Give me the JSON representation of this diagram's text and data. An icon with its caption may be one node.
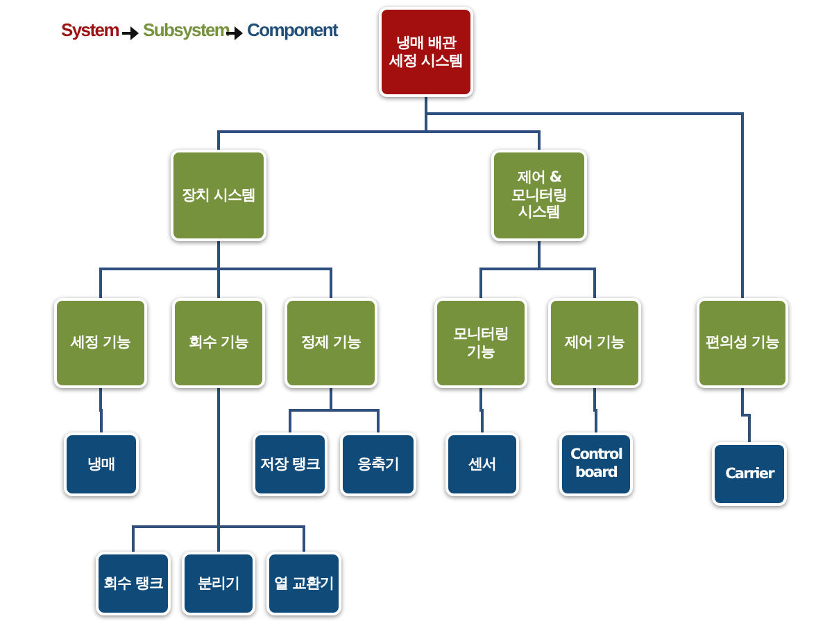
{
  "diagram": {
    "nodes": [
      {
        "text": [
          "냉매 배관 세정 시스템"
        ]
      },
      {
        "text": [
          "장치 시스템"
        ]
      },
      {
        "text": [
          "제어 & 모니터링 시스템"
        ]
      },
      {
        "text": [
          "세정 기능"
        ]
      },
      {
        "text": [
          "회수 기능"
        ]
      },
      {
        "text": [
          "정제 기능"
        ]
      },
      {
        "text": [
          "모니터링 기능"
        ]
      },
      {
        "text": [
          "제어 기능"
        ]
      },
      {
        "text": [
          "편의성 기능"
        ]
      },
      {
        "text": [
          "냉매"
        ]
      },
      {
        "text": [
          "저장 탱크"
        ]
      },
      {
        "text": [
          "응축기"
        ]
      },
      {
        "text": [
          "센서"
        ]
      },
      {
        "text": [
          "Control board"
        ]
      },
      {
        "text": [
          "Carrier"
        ]
      },
      {
        "text": [
          "회수 탱크"
        ]
      },
      {
        "text": [
          "분리기"
        ]
      },
      {
        "text": [
          "열 교환기"
        ]
      }
    ],
    "edges": [
      {
        "from": 0,
        "to": 1,
        "arrow": "none"
      },
      {
        "from": 0,
        "to": 2,
        "arrow": "none"
      },
      {
        "from": 0,
        "to": 8,
        "arrow": "none"
      },
      {
        "from": 1,
        "to": 3,
        "arrow": "none"
      },
      {
        "from": 1,
        "to": 4,
        "arrow": "none"
      },
      {
        "from": 1,
        "to": 5,
        "arrow": "none"
      },
      {
        "from": 2,
        "to": 6,
        "arrow": "none"
      },
      {
        "from": 2,
        "to": 7,
        "arrow": "none"
      },
      {
        "from": 3,
        "to": 9,
        "arrow": "none"
      },
      {
        "from": 5,
        "to": 10,
        "arrow": "none"
      },
      {
        "from": 5,
        "to": 11,
        "arrow": "none"
      },
      {
        "from": 6,
        "to": 12,
        "arrow": "none"
      },
      {
        "from": 7,
        "to": 13,
        "arrow": "none"
      },
      {
        "from": 8,
        "to": 14,
        "arrow": "none"
      },
      {
        "from": 4,
        "to": 15,
        "arrow": "none"
      },
      {
        "from": 4,
        "to": 16,
        "arrow": "none"
      },
      {
        "from": 4,
        "to": 17,
        "arrow": "none"
      }
    ],
    "labels": [
      "System",
      "Subsystem",
      "Component"
    ]
  }
}
